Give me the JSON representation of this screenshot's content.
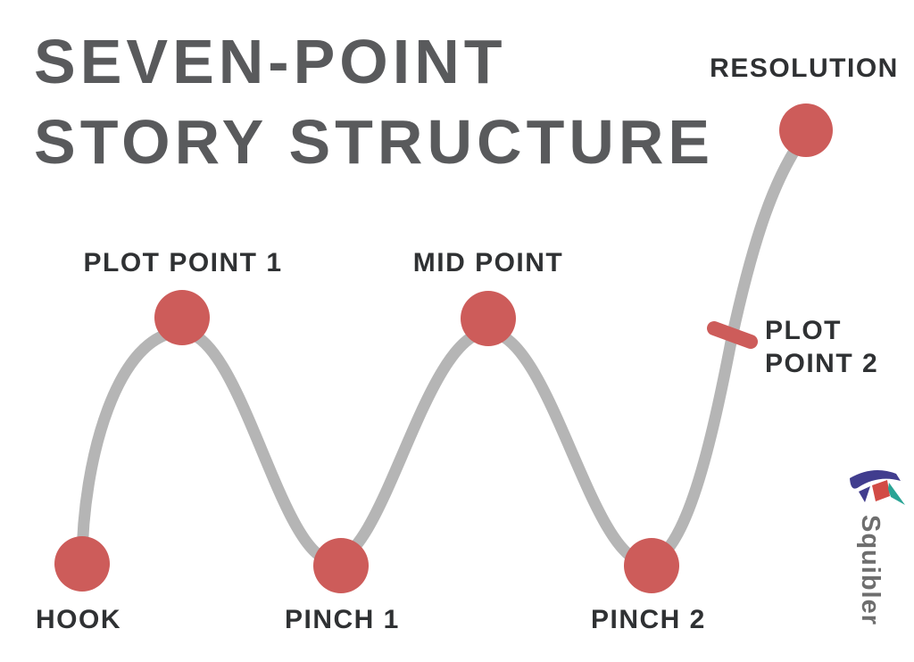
{
  "title": {
    "line1": "SEVEN-POINT",
    "line2": "STORY STRUCTURE"
  },
  "points": [
    {
      "id": "hook",
      "label": "HOOK",
      "marker": "dot",
      "vertical_position": "bottom"
    },
    {
      "id": "plot-point-1",
      "label": "PLOT POINT 1",
      "marker": "dot",
      "vertical_position": "top"
    },
    {
      "id": "pinch-1",
      "label": "PINCH 1",
      "marker": "dot",
      "vertical_position": "bottom"
    },
    {
      "id": "mid-point",
      "label": "MID POINT",
      "marker": "dot",
      "vertical_position": "top"
    },
    {
      "id": "pinch-2",
      "label": "PINCH 2",
      "marker": "dot",
      "vertical_position": "bottom"
    },
    {
      "id": "plot-point-2",
      "label": "PLOT POINT 2",
      "display": "PLOT\nPOINT 2",
      "marker": "dash",
      "vertical_position": "middle-of-rise"
    },
    {
      "id": "resolution",
      "label": "RESOLUTION",
      "marker": "dot",
      "vertical_position": "highest"
    }
  ],
  "watermark": {
    "text": "Squibler"
  },
  "colors": {
    "background": "#ffffff",
    "marker_red": "#cd5c5a",
    "curve_gray": "#b5b5b5",
    "title_gray": "#595a5c",
    "label_dark": "#2f3133",
    "watermark_gray": "#6e6e6e",
    "logo_indigo": "#413d8e",
    "logo_red": "#d24b45",
    "logo_teal": "#2aa495"
  }
}
